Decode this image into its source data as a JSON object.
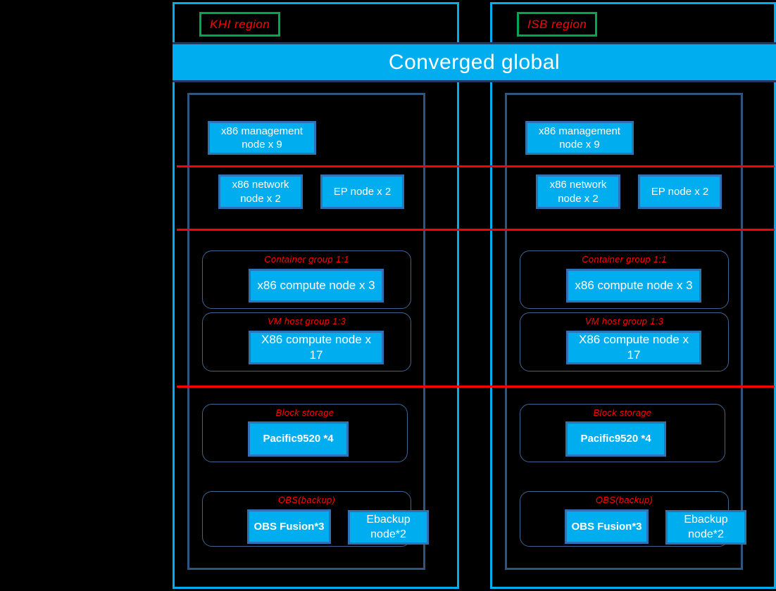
{
  "colors": {
    "cyan": "#00AEEF",
    "node_border": "#2E74B5",
    "inner_border": "#31547A",
    "group_border": "#41658F",
    "banner_border": "#1F3864",
    "red": "#FF0000",
    "green": "#00A650",
    "white": "#FFFFFF"
  },
  "banner": {
    "title": "Converged global"
  },
  "regions": [
    {
      "label": "KHI region",
      "management_node": "x86 management node x 9",
      "network_node": "x86 network node x 2",
      "ep_node": "EP node x 2",
      "container_group": {
        "title": "Container group 1:1",
        "node": "x86 compute node x 3"
      },
      "vm_group": {
        "title": "VM host group 1:3",
        "node": "X86 compute node x 17"
      },
      "block_group": {
        "title": "Block storage",
        "node": "Pacific9520 *4"
      },
      "obs_group": {
        "title": "OBS(backup)",
        "obs_node": "OBS Fusion*3",
        "ebackup_node": "Ebackup node*2"
      }
    },
    {
      "label": "ISB region",
      "management_node": "x86 management node x 9",
      "network_node": "x86 network node x 2",
      "ep_node": "EP node x 2",
      "container_group": {
        "title": "Container group 1:1",
        "node": "x86 compute node x 3"
      },
      "vm_group": {
        "title": "VM host group 1:3",
        "node": "X86 compute node x 17"
      },
      "block_group": {
        "title": "Block storage",
        "node": "Pacific9520 *4"
      },
      "obs_group": {
        "title": "OBS(backup)",
        "obs_node": "OBS Fusion*3",
        "ebackup_node": "Ebackup node*2"
      }
    }
  ]
}
